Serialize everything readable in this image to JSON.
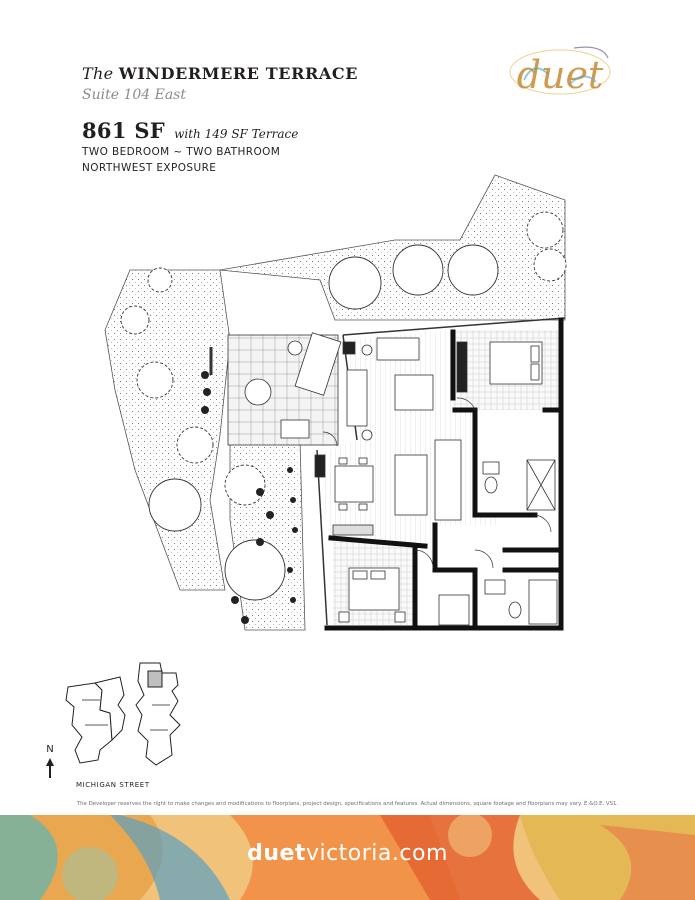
{
  "header": {
    "title_prefix": "The",
    "title_name": "WINDERMERE TERRACE",
    "suite": "Suite 104 East",
    "area": "861 SF",
    "terrace": "with 149 SF Terrace",
    "bed_bath": "TWO BEDROOM ~ TWO BATHROOM",
    "exposure": "NORTHWEST EXPOSURE"
  },
  "logo": {
    "text": "duet",
    "icon": "duet-watercolor-logo"
  },
  "keyplan": {
    "street": "MICHIGAN STREET",
    "north": "N"
  },
  "disclaimer": "The Developer reserves the right to make changes and modifications to floorplans, project design, specifications and features. Actual dimensions, square footage and floorplans may vary. E.&O.E. VS1.",
  "footer": {
    "url_bold": "duet",
    "url_rest": "victoria.com"
  },
  "colors": {
    "accent_orange": "#e8742c",
    "accent_teal": "#4fa6a5",
    "accent_gold": "#e1b24a",
    "text": "#231f20",
    "grey": "#8a8c8e"
  }
}
